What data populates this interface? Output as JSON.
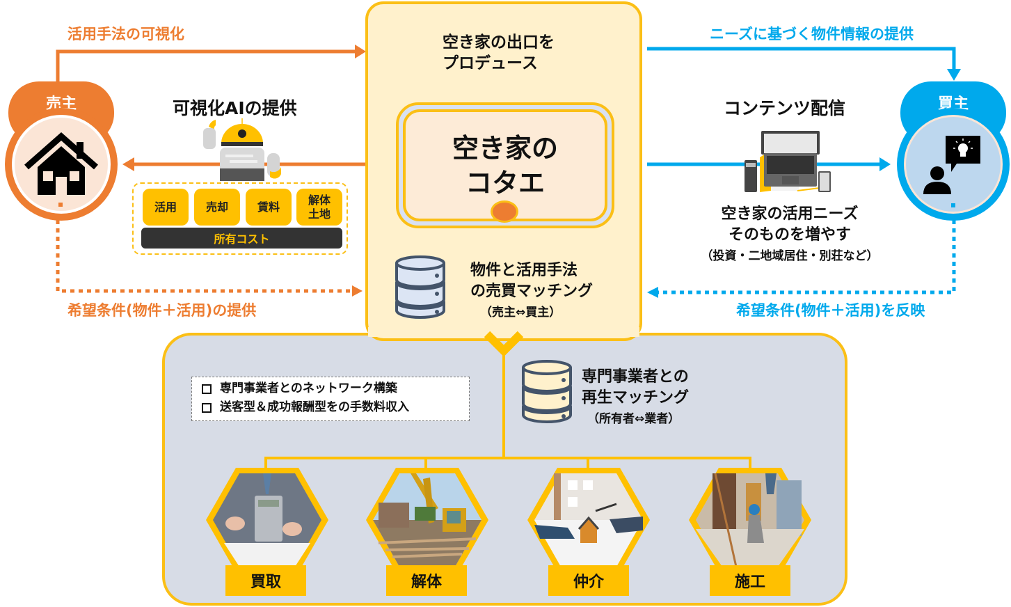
{
  "colors": {
    "seller_orange": "#ED7D31",
    "buyer_blue": "#00A9EC",
    "accent_yellow": "#FFC000",
    "panel_cream": "#FFF1CC",
    "panel_gray": "#D7DCE6"
  },
  "seller": {
    "label": "売主",
    "icon": "house-icon"
  },
  "buyer": {
    "label": "買主",
    "icon": "person-idea-icon"
  },
  "arrows": {
    "seller_to_center_top": "活用手法の可視化",
    "center_to_buyer_top": "ニーズに基づく物件情報の提供",
    "seller_to_center_bottom": "希望条件(物件＋活用)の提供",
    "buyer_to_center_bottom": "希望条件(物件＋活用)を反映"
  },
  "ai_section": {
    "heading": "可視化AIの提供",
    "icon": "robot-icon",
    "chips": [
      "活用",
      "売却",
      "賃料",
      "解体\n土地"
    ],
    "chip_lines": [
      [
        "活用"
      ],
      [
        "売却"
      ],
      [
        "賃料"
      ],
      [
        "解体",
        "土地"
      ]
    ],
    "cost_bar": "所有コスト"
  },
  "contents_section": {
    "heading": "コンテンツ配信",
    "icon": "laptop-workspace-icon",
    "line1": "空き家の活用ニーズ",
    "line2": "そのものを増やす",
    "line3": "（投資・二地域居住・別荘など）"
  },
  "center": {
    "produce_line1": "空き家の出口を",
    "produce_line2": "プロデュース",
    "brand_line1": "空き家の",
    "brand_line2": "コタエ",
    "matching_line1": "物件と活用手法",
    "matching_line2": "の売買マッチング",
    "matching_sub": "（売主⇔買主）",
    "matching_icon": "database-icon"
  },
  "bottom": {
    "bullets": [
      "専門事業者とのネットワーク構築",
      "送客型＆成功報酬型をの手数料収入"
    ],
    "matching_line1": "専門事業者との",
    "matching_line2": "再生マッチング",
    "matching_sub": "（所有者⇔業者）",
    "matching_icon": "database-icon",
    "services": [
      {
        "label": "買取",
        "photo": "businessman-calculator-photo"
      },
      {
        "label": "解体",
        "photo": "demolition-excavator-photo"
      },
      {
        "label": "仲介",
        "photo": "house-model-contract-photo"
      },
      {
        "label": "施工",
        "photo": "renovation-worker-photo"
      }
    ]
  }
}
